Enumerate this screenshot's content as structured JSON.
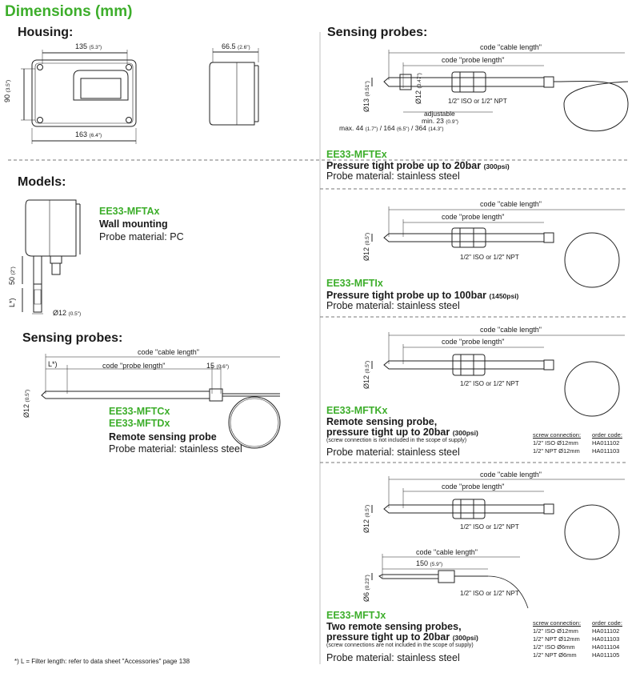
{
  "title": "Dimensions (mm)",
  "housing": {
    "heading": "Housing:",
    "dim_width": "135",
    "dim_width_in": "(5.3\")",
    "dim_height": "90",
    "dim_height_in": "(3.5\")",
    "dim_total": "163",
    "dim_total_in": "(6.4\")",
    "dim_depth": "66.5",
    "dim_depth_in": "(2.6\")"
  },
  "models": {
    "heading": "Models:",
    "name": "EE33-MFTAx",
    "desc": "Wall mounting",
    "material": "Probe material: PC",
    "dim_50": "50",
    "dim_50_in": "(2\")",
    "dim_l": "L*)",
    "dim_d12": "Ø12",
    "dim_d12_in": "(0.5\")"
  },
  "left_probes": {
    "heading": "Sensing probes:",
    "cable_length": "code \"cable length\"",
    "probe_length": "code \"probe length\"",
    "l_label": "L*)",
    "dim_15": "15",
    "dim_15_in": "(0.6\")",
    "dim_d12": "Ø12",
    "dim_d12_in": "(0.5\")",
    "name1": "EE33-MFTCx",
    "name2": "EE33-MFTDx",
    "desc": "Remote sensing probe",
    "material": "Probe material: stainless steel"
  },
  "right_probes": {
    "heading": "Sensing probes:",
    "cable_length": "code \"cable length\"",
    "probe_length": "code \"probe length\"",
    "thread": "1/2\" ISO or 1/2\" NPT",
    "ex": {
      "name": "EE33-MFTEx",
      "desc": "Pressure tight probe up to 20bar",
      "desc_unit": "(300psi)",
      "material": "Probe material: stainless steel",
      "dim_d13": "Ø13",
      "dim_d13_in": "(0.51\")",
      "dim_d12": "Ø12",
      "dim_d12_in": "(0.47\")",
      "adjustable": "adjustable",
      "min": "min. 23",
      "min_in": "(0.9\")",
      "max": "max. 44",
      "max_in1": "(1.7\")",
      "max_mid": "/ 164",
      "max_in2": "(6.5\")",
      "max_end": "/ 364",
      "max_in3": "(14.3\")"
    },
    "ix": {
      "name": "EE33-MFTIx",
      "desc": "Pressure tight probe up to 100bar",
      "desc_unit": "(1450psi)",
      "material": "Probe material: stainless steel",
      "dim_d12": "Ø12",
      "dim_d12_in": "(0.5\")"
    },
    "kx": {
      "name": "EE33-MFTKx",
      "desc1": "Remote sensing probe,",
      "desc2": "pressure tight up to 20bar",
      "desc_unit": "(300psi)",
      "note": "(screw connection is not included in the scope of supply)",
      "material": "Probe material: stainless steel",
      "dim_d12": "Ø12",
      "dim_d12_in": "(0.5\")",
      "table_h1": "screw connection:",
      "table_h2": "order code:",
      "rows": [
        {
          "screw": "1/2\" ISO  Ø12mm",
          "code": "HA011102"
        },
        {
          "screw": "1/2\" NPT Ø12mm",
          "code": "HA011103"
        }
      ]
    },
    "jx": {
      "name": "EE33-MFTJx",
      "desc1": "Two remote sensing probes,",
      "desc2": "pressure tight up to 20bar",
      "desc_unit": "(300psi)",
      "note": "(screw connections are not included in the scope of supply)",
      "material": "Probe material: stainless steel",
      "dim_d12": "Ø12",
      "dim_d12_in": "(0.5\")",
      "dim_d6": "Ø6",
      "dim_d6_in": "(0.23\")",
      "dim_150": "150",
      "dim_150_in": "(5.9\")",
      "table_h1": "screw connection:",
      "table_h2": "order code:",
      "rows": [
        {
          "screw": "1/2\" ISO  Ø12mm",
          "code": "HA011102"
        },
        {
          "screw": "1/2\" NPT Ø12mm",
          "code": "HA011103"
        },
        {
          "screw": "1/2\" ISO  Ø6mm",
          "code": "HA011104"
        },
        {
          "screw": "1/2\" NPT Ø6mm",
          "code": "HA011105"
        }
      ]
    }
  },
  "footnote": "*) L = Filter length: refer to data sheet \"Accessories\" page 138",
  "colors": {
    "accent": "#3dae2b",
    "line": "#222222"
  }
}
